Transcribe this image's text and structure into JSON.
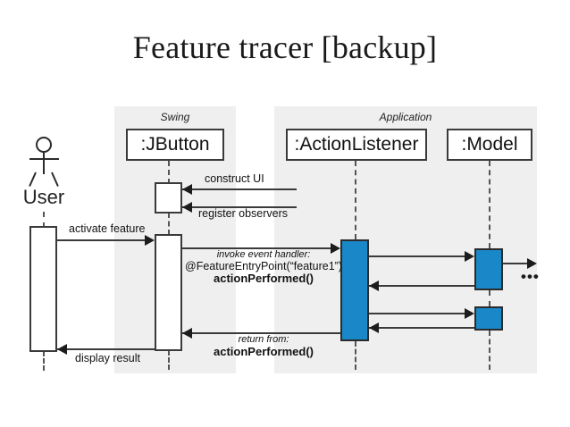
{
  "title": "Feature tracer [backup]",
  "groups": [
    {
      "label": "Swing"
    },
    {
      "label": "Application"
    }
  ],
  "participants": [
    {
      "name": "User",
      "type": "actor"
    },
    {
      "name": ":JButton",
      "type": "lifeline"
    },
    {
      "name": ":ActionListener",
      "type": "lifeline"
    },
    {
      "name": ":Model",
      "type": "lifeline"
    }
  ],
  "messages": [
    {
      "label": "construct UI",
      "from": "environment",
      "to": ":JButton",
      "direction": "left"
    },
    {
      "label": "register observers",
      "from": "environment",
      "to": ":JButton",
      "direction": "left"
    },
    {
      "label": "activate feature",
      "from": "User",
      "to": ":JButton",
      "direction": "right"
    },
    {
      "label_line1": "invoke event handler:",
      "label_line2": "@FeatureEntryPoint(“feature1”)",
      "label_line3": "actionPerformed()",
      "from": ":JButton",
      "to": ":ActionListener",
      "direction": "right"
    },
    {
      "label": "",
      "from": ":ActionListener",
      "to": ":Model",
      "direction": "right"
    },
    {
      "label": "",
      "from": ":Model",
      "to": ":ActionListener",
      "direction": "left"
    },
    {
      "label": "",
      "from": ":ActionListener",
      "to": ":Model",
      "direction": "right"
    },
    {
      "label": "",
      "from": ":Model",
      "to": ":ActionListener",
      "direction": "left"
    },
    {
      "label": "",
      "from": ":Model",
      "to": "external",
      "direction": "right"
    },
    {
      "label_line1": "return from:",
      "label_line2": "actionPerformed()",
      "from": ":ActionListener",
      "to": ":JButton",
      "direction": "left"
    },
    {
      "label": "display result",
      "from": ":JButton",
      "to": "User",
      "direction": "left"
    }
  ],
  "annotations": {
    "continuation": "•••"
  },
  "colors": {
    "activation_blue": "#1a87c8",
    "group_background": "#efefef",
    "stroke": "#3a3a3a",
    "page_background": "#ffffff"
  }
}
